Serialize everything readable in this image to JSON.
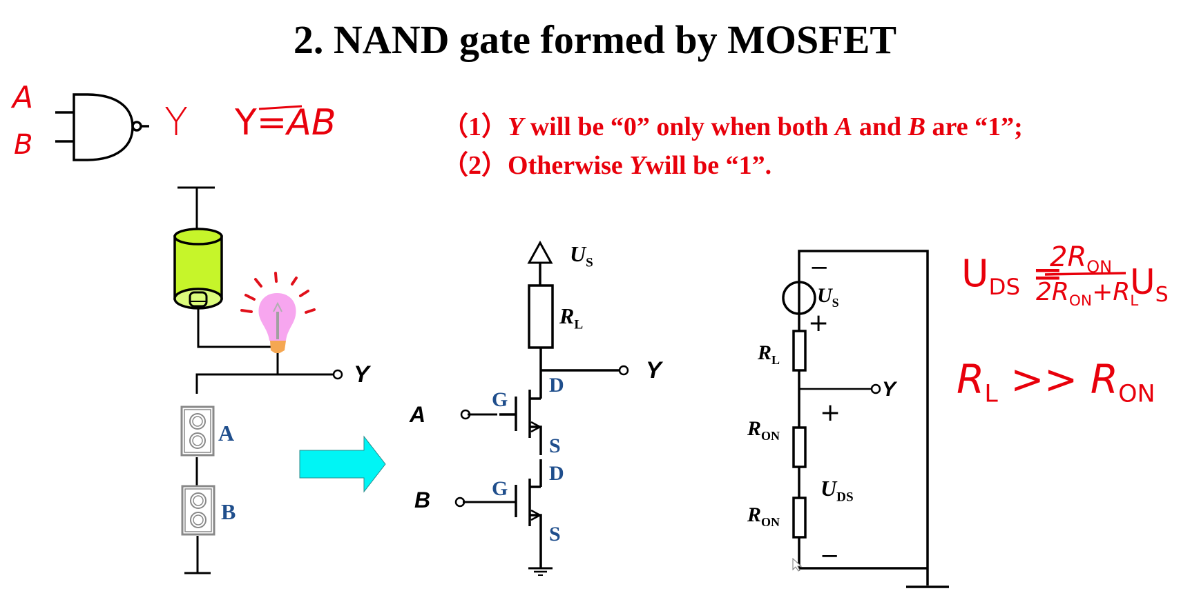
{
  "title": "2. NAND gate formed by MOSFET",
  "gate_symbol": {
    "inputs": [
      "A",
      "B"
    ],
    "output": "Y",
    "expression_lhs": "Y=",
    "expression_overbar": "AB"
  },
  "conditions": [
    {
      "prefix": "（1）",
      "var": "Y",
      "text_a": " will be “0” only when both ",
      "var_a": "A",
      "text_b": " and ",
      "var_b": "B",
      "text_c": " are “1”;"
    },
    {
      "prefix": "（2）",
      "text_a": "Otherwise ",
      "var": "Y",
      "text_b": "will be “1”."
    }
  ],
  "switch_circuit": {
    "output_label": "Y",
    "switch_a": "A",
    "switch_b": "B"
  },
  "mosfet_circuit": {
    "supply_label": "U",
    "supply_sub": "S",
    "load_label": "R",
    "load_sub": "L",
    "output_label": "Y",
    "input_a": "A",
    "input_b": "B",
    "gate": "G",
    "drain": "D",
    "source": "S"
  },
  "equivalent_circuit": {
    "source_label": "U",
    "source_sub": "S",
    "minus": "−",
    "plus": "+",
    "rl_label": "R",
    "rl_sub": "L",
    "output_label": "Y",
    "ron_label": "R",
    "ron_sub": "ON",
    "uds_label": "U",
    "uds_sub": "DS"
  },
  "formulas": {
    "uds_lhs": "U",
    "uds_lhs_sub": "DS",
    "equals": "=",
    "numerator": "2R",
    "numerator_sub": "ON",
    "denominator": "2R",
    "denominator_sub": "ON",
    "denominator_tail": "+R",
    "denominator_tail_sub": "L",
    "factor": "U",
    "factor_sub": "S",
    "relation_lhs": "R",
    "relation_lhs_sub": "L",
    "relation_op": ">>",
    "relation_rhs": "R",
    "relation_rhs_sub": "ON"
  },
  "colors": {
    "annotation_red": "#e8000b",
    "terminal_blue": "#1f4e8c",
    "lamp_green": "#c6f52a",
    "bulb_pink": "#f7a6ef",
    "arrow_cyan": "#00f5f5"
  }
}
